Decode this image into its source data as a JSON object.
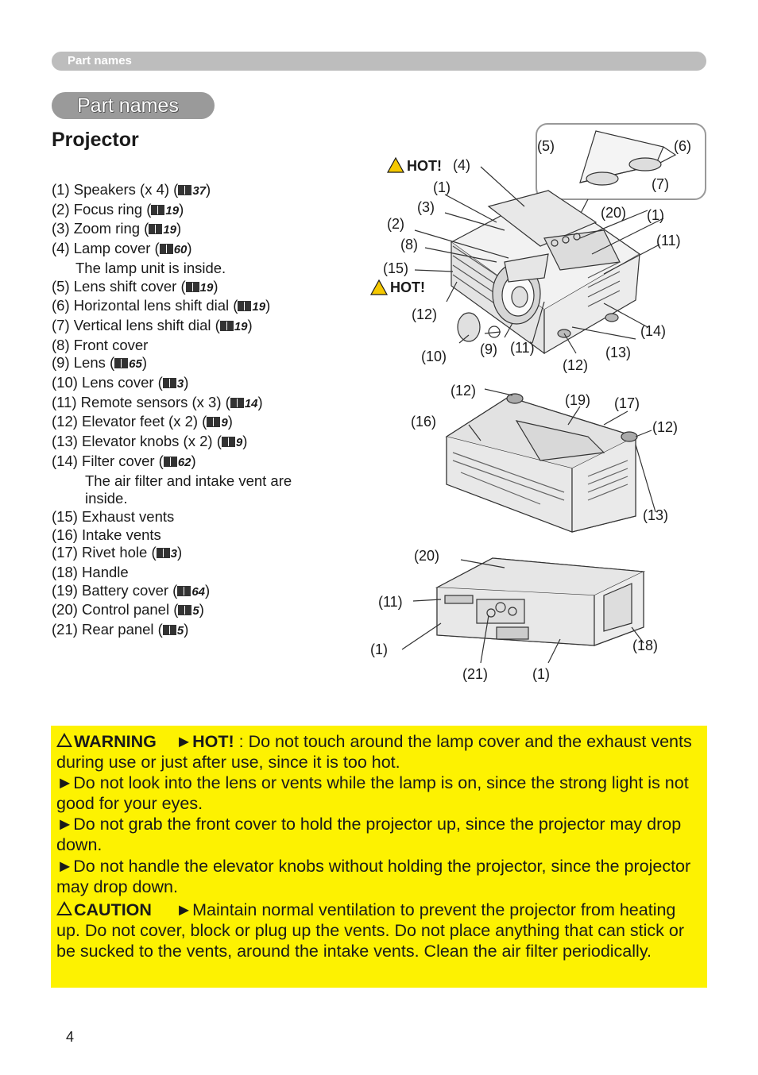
{
  "header": {
    "label": "Part names"
  },
  "section": {
    "title": "Part names",
    "subtitle": "Projector"
  },
  "parts": [
    {
      "text": "(1) Speakers (x 4) (",
      "ref": "37",
      "close": ")"
    },
    {
      "text": "(2) Focus ring (",
      "ref": "19",
      "close": ")"
    },
    {
      "text": "(3) Zoom ring (",
      "ref": "19",
      "close": ")"
    },
    {
      "text": "(4) Lamp cover (",
      "ref": "60",
      "close": ")"
    },
    {
      "note": "The lamp unit is inside."
    },
    {
      "text": "(5) Lens shift cover (",
      "ref": "19",
      "close": ")"
    },
    {
      "text": "(6) Horizontal lens shift dial (",
      "ref": "19",
      "close": ")"
    },
    {
      "text": "(7) Vertical lens shift dial (",
      "ref": "19",
      "close": ")"
    },
    {
      "text": "(8) Front cover"
    },
    {
      "text": "(9) Lens (",
      "ref": "65",
      "close": ")"
    },
    {
      "text": "(10) Lens cover (",
      "ref": "3",
      "close": ")"
    },
    {
      "text": "(11) Remote sensors (x 3) (",
      "ref": "14",
      "close": ")"
    },
    {
      "text": "(12) Elevator feet (x 2) (",
      "ref": "9",
      "close": ")"
    },
    {
      "text": "(13) Elevator knobs (x 2) (",
      "ref": "9",
      "close": ")"
    },
    {
      "text": "(14) Filter cover (",
      "ref": "62",
      "close": ")"
    },
    {
      "note": "The air filter and intake vent are inside.",
      "wide": true
    },
    {
      "text": "(15) Exhaust vents"
    },
    {
      "text": "(16) Intake vents"
    },
    {
      "text": "(17) Rivet hole (",
      "ref": "3",
      "close": ")"
    },
    {
      "text": "(18) Handle"
    },
    {
      "text": "(19) Battery cover (",
      "ref": "64",
      "close": ")"
    },
    {
      "text": "(20) Control panel (",
      "ref": "5",
      "close": ")"
    },
    {
      "text": "(21) Rear panel (",
      "ref": "5",
      "close": ")"
    }
  ],
  "figure": {
    "hot_label": "HOT!",
    "callouts_front": [
      "(5)",
      "(6)",
      "(7)",
      "(4)",
      "(1)",
      "(3)",
      "(2)",
      "(8)",
      "(15)",
      "(20)",
      "(1)",
      "(11)",
      "(12)",
      "(14)",
      "(10)",
      "(9)",
      "(11)",
      "(13)",
      "(12)"
    ],
    "callouts_bottom": [
      "(12)",
      "(19)",
      "(17)",
      "(16)",
      "(12)",
      "(13)"
    ],
    "callouts_rear": [
      "(20)",
      "(11)",
      "(1)",
      "(18)",
      "(21)",
      "(1)"
    ]
  },
  "warning": {
    "warning_label": "WARNING",
    "hot_label": "►HOT!",
    "p1_rest": " : Do not touch around the lamp cover and the exhaust vents during use or just after use, since it is too hot.",
    "p2": "►Do not look into the lens or vents while the lamp is on, since the strong light is not good for your eyes.",
    "p3": "►Do not grab the front cover to hold the projector up, since the projector may drop down.",
    "p4": "►Do not handle the elevator knobs without holding the projector, since the projector may drop down.",
    "caution_label": "CAUTION",
    "caution_text": "►Maintain normal ventilation to prevent the projector from heating up. Do not cover, block or plug up the vents. Do not place anything that can stick or be sucked to the vents, around the intake vents. Clean the air filter periodically."
  },
  "page_number": "4"
}
